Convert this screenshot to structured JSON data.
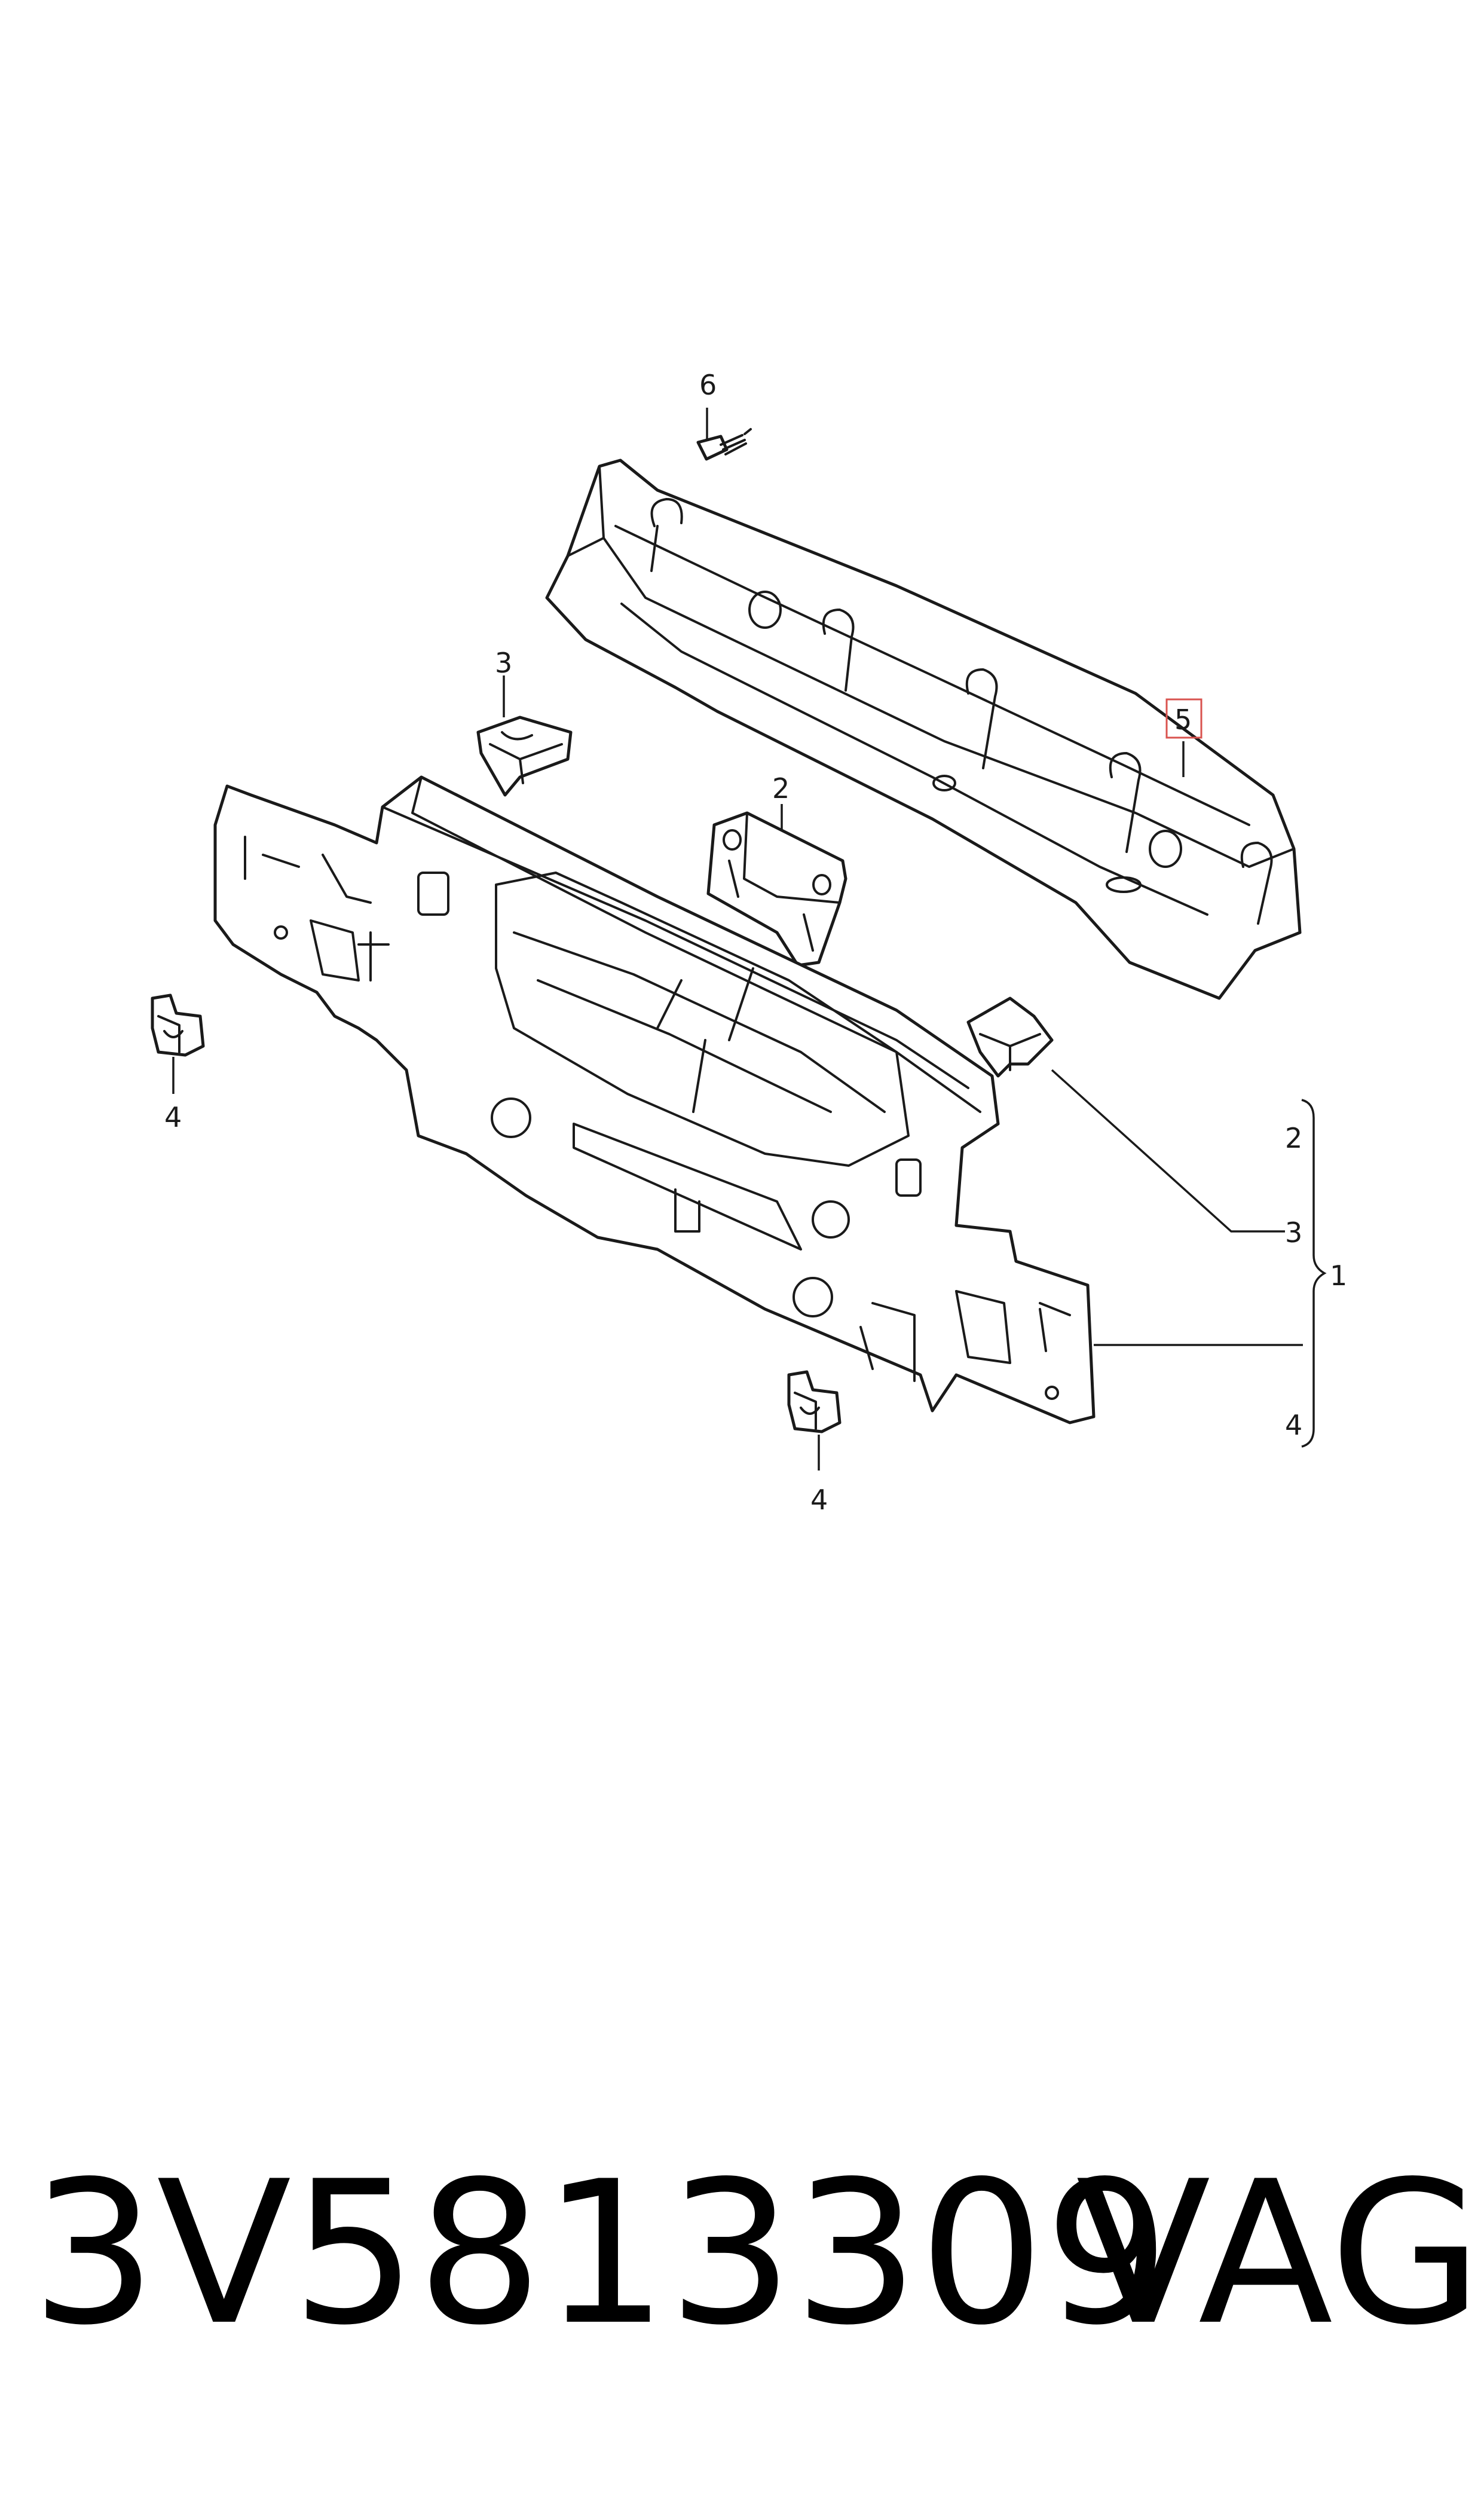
{
  "diagram": {
    "callouts": {
      "screw": "6",
      "rail_upper": "5",
      "bracket_top": "3",
      "bracket_center": "2",
      "clip_left": "4",
      "clip_bottom": "4",
      "group_2": "2",
      "group_3": "3",
      "group_assembly": "1",
      "group_4": "4"
    },
    "highlight_color": "#d9534f"
  },
  "footer": {
    "part_number": "3V5813309",
    "brand": "VAG"
  }
}
